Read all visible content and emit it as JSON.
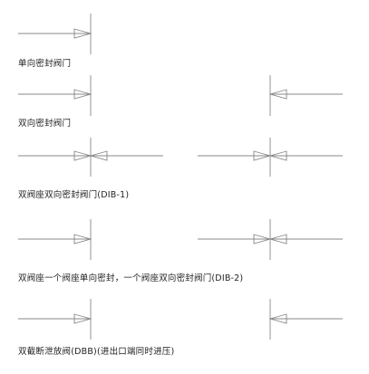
{
  "colors": {
    "line": "#888888",
    "text": "#222222",
    "background": "#ffffff"
  },
  "labels": {
    "single": "单向密封阀门",
    "double": "双向密封阀门",
    "dib1": "双阀座双向密封阀门(DIB-1)",
    "dib2": "双阀座一个阀座单向密封，一个阀座双向密封阀门(DIB-2)",
    "dbb": "双截断泄放阀(DBB)(进出口端同时进压)"
  }
}
